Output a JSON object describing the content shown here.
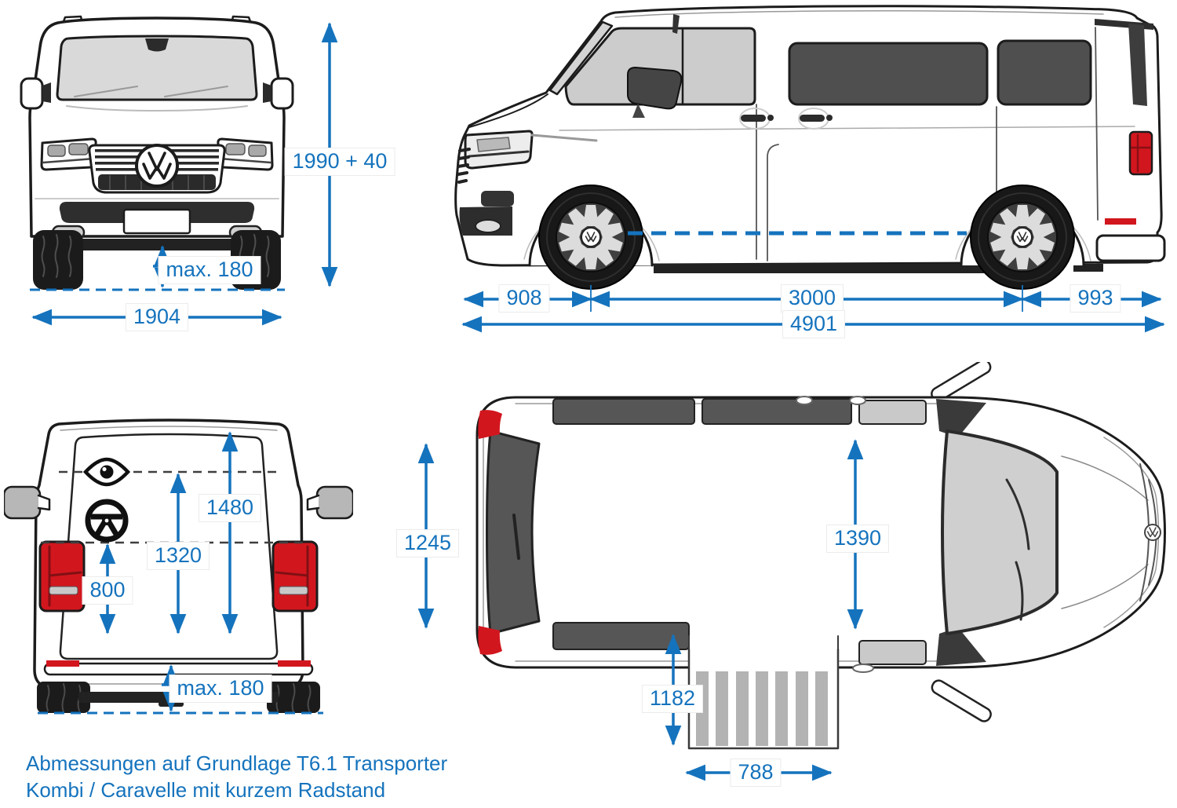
{
  "title": "Vehicle dimension diagram",
  "vehicle": "VW T6.1 Transporter",
  "colors": {
    "dimension_blue": "#1573bd",
    "taillight_red": "#d2161e",
    "window_dark": "#565656",
    "window_light": "#cfcfcf",
    "ramp_gray": "#b3b3b3",
    "outline_dark": "#1c1c1c",
    "background": "#ffffff"
  },
  "views": {
    "front": {
      "label": "front-view",
      "dimensions": {
        "height": "1990 + 40",
        "ground_clearance": "max. 180",
        "width": "1904"
      }
    },
    "side": {
      "label": "side-view",
      "dimensions": {
        "front_overhang": "908",
        "wheelbase": "3000",
        "rear_overhang": "993",
        "total_length": "4901"
      }
    },
    "rear": {
      "label": "rear-view",
      "dimensions": {
        "upper_height": "1480",
        "mid_height": "1320",
        "lower_height": "800",
        "ground_clearance": "max. 180"
      }
    },
    "top": {
      "label": "top-view",
      "dimensions": {
        "rear_width": "1245",
        "door_width": "1390",
        "ramp_length": "1182",
        "ramp_width": "788"
      }
    }
  },
  "caption": {
    "line1": "Abmessungen auf Grundlage T6.1 Transporter",
    "line2": "Kombi / Caravelle mit kurzem Radstand"
  }
}
